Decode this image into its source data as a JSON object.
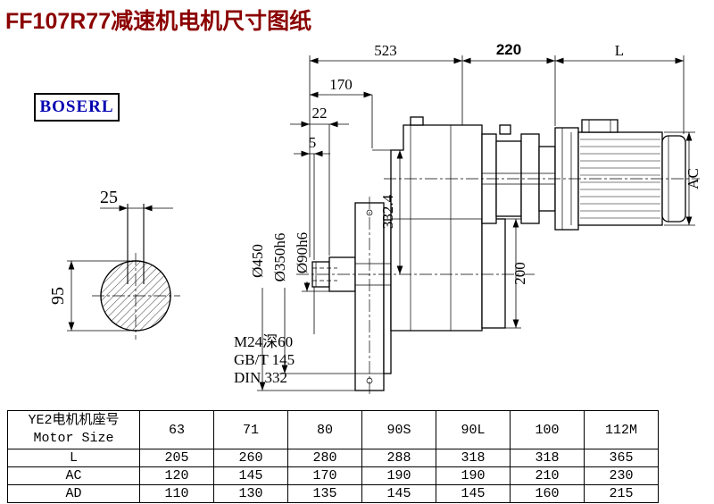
{
  "page_title": "FF107R77减速机电机尺寸图纸",
  "logo": "BOSERL",
  "colors": {
    "title_red": "#8B0000",
    "logo_blue": "#0000B0"
  },
  "dims": {
    "d523": "523",
    "d220": "220",
    "dL": "L",
    "d170": "170",
    "d22": "22",
    "d5": "5",
    "dAC": "AC",
    "d332": "332.4",
    "d200": "200",
    "d450": "Ø450",
    "d350": "Ø350h6",
    "d90": "Ø90h6",
    "d25": "25",
    "d95": "95",
    "m24": "M24深60",
    "gb": "GB/T 145",
    "din": "DIN 332"
  },
  "table": {
    "header": {
      "line1": "YE2电机机座号",
      "line2": "Motor Size"
    },
    "sizes": [
      "63",
      "71",
      "80",
      "90S",
      "90L",
      "100",
      "112M"
    ],
    "rows": [
      {
        "label": "L",
        "values": [
          "205",
          "260",
          "280",
          "288",
          "318",
          "318",
          "365"
        ]
      },
      {
        "label": "AC",
        "values": [
          "120",
          "145",
          "170",
          "190",
          "190",
          "210",
          "230"
        ]
      },
      {
        "label": "AD",
        "values": [
          "110",
          "130",
          "135",
          "145",
          "145",
          "160",
          "215"
        ]
      }
    ]
  }
}
